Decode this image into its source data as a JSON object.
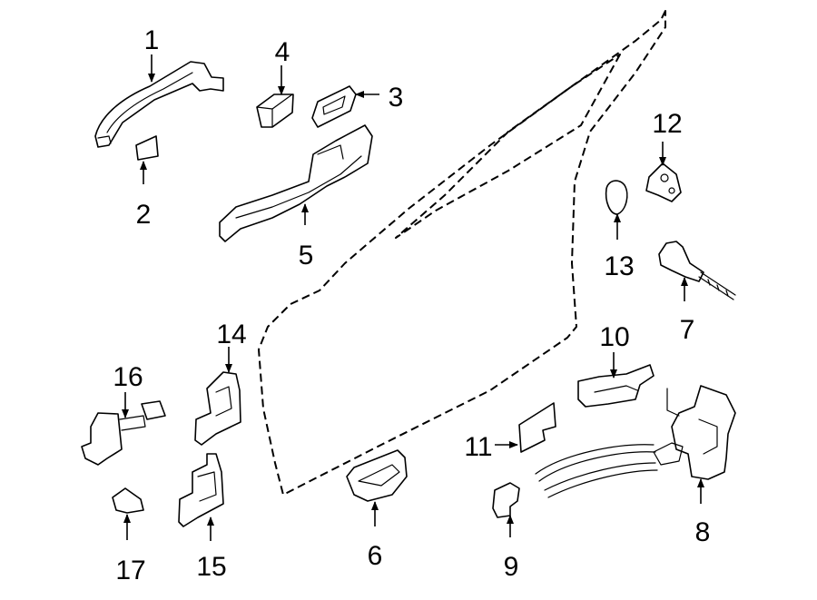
{
  "callouts": {
    "c1": "1",
    "c2": "2",
    "c3": "3",
    "c4": "4",
    "c5": "5",
    "c6": "6",
    "c7": "7",
    "c8": "8",
    "c9": "9",
    "c10": "10",
    "c11": "11",
    "c12": "12",
    "c13": "13",
    "c14": "14",
    "c15": "15",
    "c16": "16",
    "c17": "17"
  },
  "colors": {
    "background": "#ffffff",
    "line": "#000000"
  }
}
